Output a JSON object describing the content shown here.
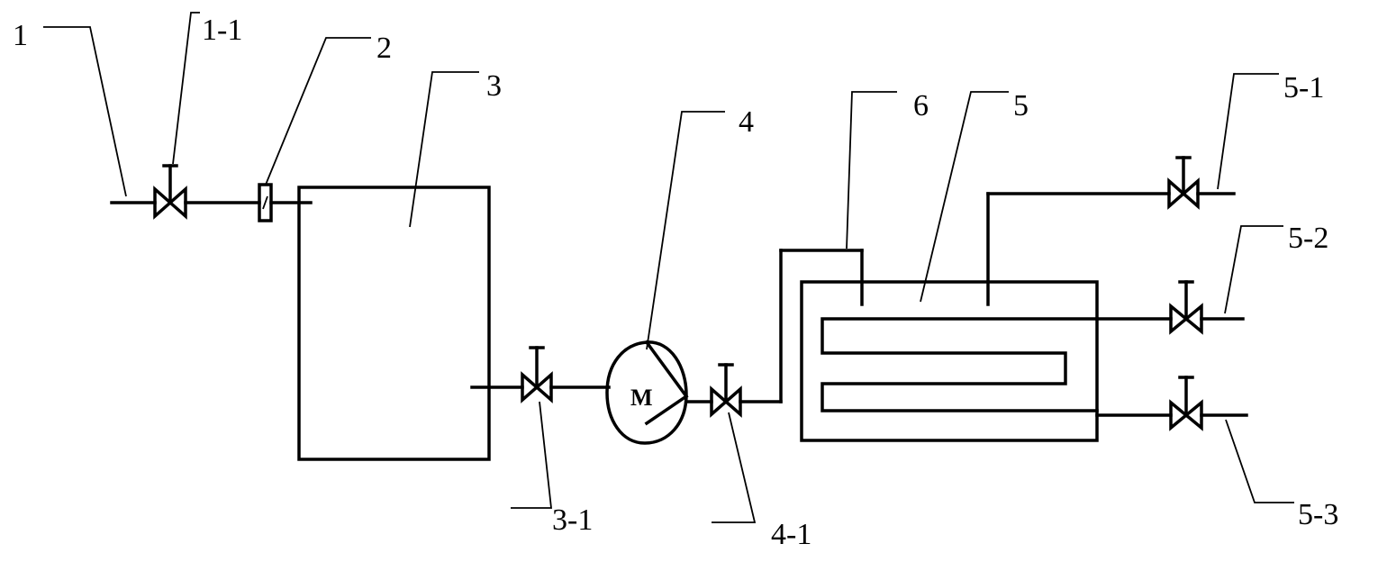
{
  "labels": {
    "inlet": "1",
    "inlet_valve": "1-1",
    "flow_meter": "2",
    "tank": "3",
    "tank_outlet_valve": "3-1",
    "pump": "4",
    "pump_outlet_valve": "4-1",
    "heat_exchanger": "5",
    "coil_line": "6",
    "outlet_valve_1": "5-1",
    "outlet_valve_2": "5-2",
    "outlet_valve_3": "5-3",
    "pump_motor": "M"
  }
}
